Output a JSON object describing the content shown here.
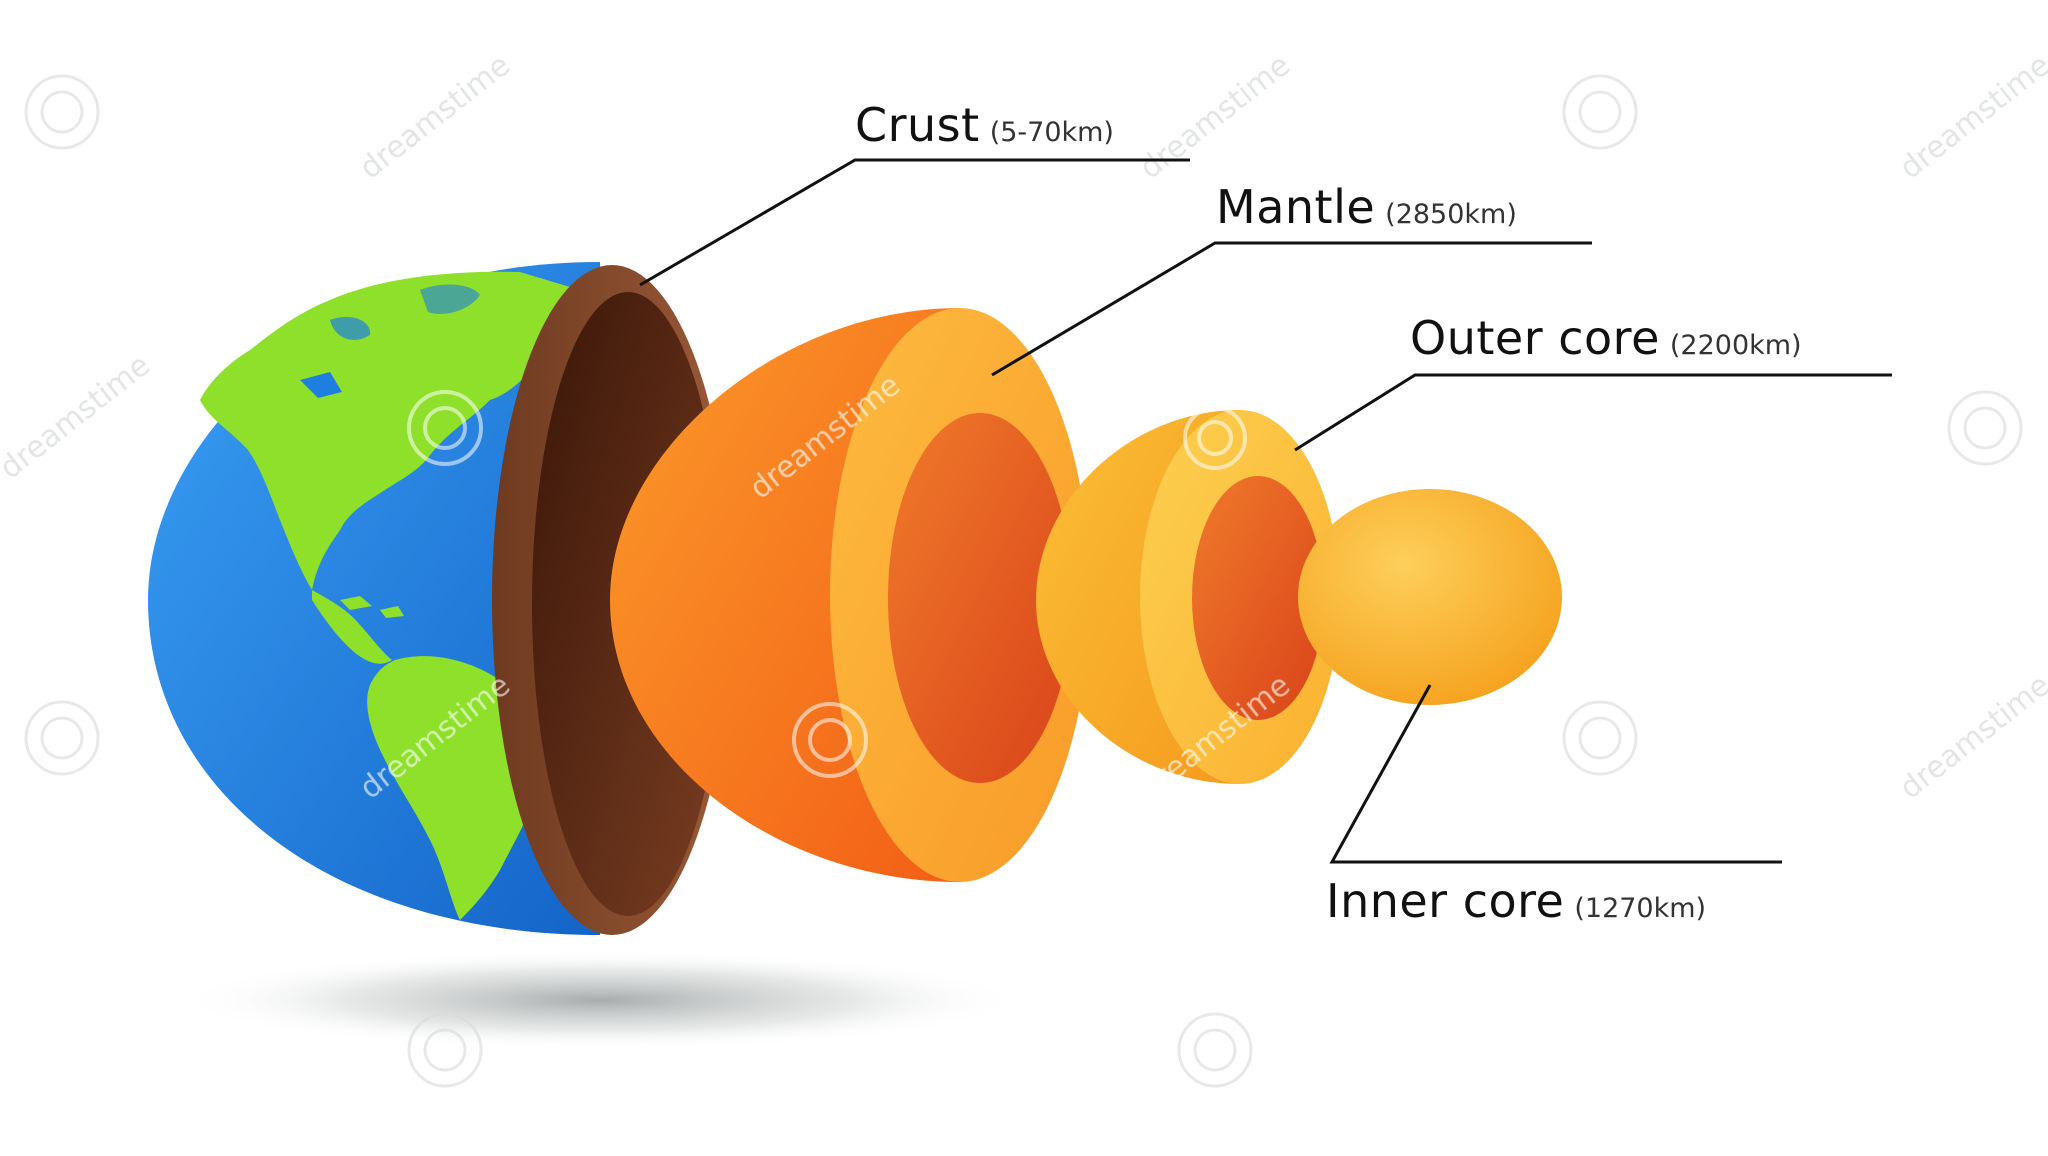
{
  "layers": [
    {
      "id": "crust",
      "name": "Crust",
      "thickness": "(5-70km)"
    },
    {
      "id": "mantle",
      "name": "Mantle",
      "thickness": "(2850km)"
    },
    {
      "id": "outer_core",
      "name": "Outer core",
      "thickness": "(2200km)"
    },
    {
      "id": "inner_core",
      "name": "Inner core",
      "thickness": "(1270km)"
    }
  ],
  "watermark": {
    "text": "dreamstime"
  },
  "colors": {
    "ocean": "#1e7fe0",
    "land": "#8ee02a",
    "crust_outer": "#8a4a2a",
    "crust_inner": "#4a2010",
    "mantle_outer": "#f97a1c",
    "mantle_inner": "#fbaa34",
    "outer_core": "#f9b52a",
    "inner_core": "#fbb73a",
    "cavity": "#ea5a22"
  }
}
